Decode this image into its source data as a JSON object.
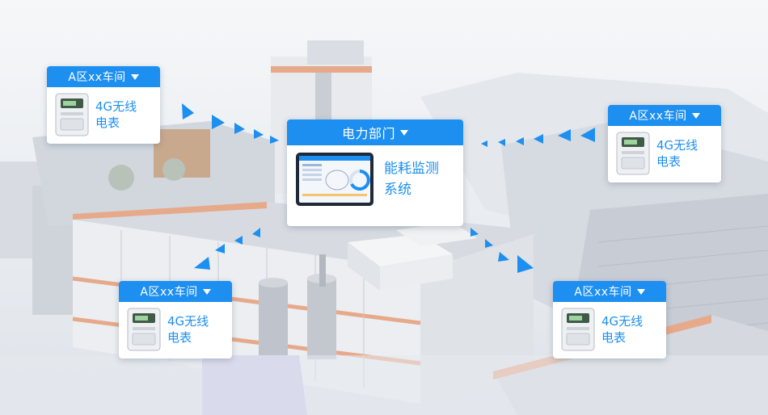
{
  "scene": {
    "description_icon": "factory-buildings-illustration"
  },
  "cards": [
    {
      "id": "card-top-left",
      "header": "A区xx车间",
      "line1": "4G无线",
      "line2": "电表"
    },
    {
      "id": "card-top-right",
      "header": "A区xx车间",
      "line1": "4G无线",
      "line2": "电表"
    },
    {
      "id": "card-bottom-left",
      "header": "A区xx车间",
      "line1": "4G无线",
      "line2": "电表"
    },
    {
      "id": "card-bottom-right",
      "header": "A区xx车间",
      "line1": "4G无线",
      "line2": "电表"
    }
  ],
  "system": {
    "header": "电力部门",
    "line1": "能耗监测",
    "line2": "系统"
  },
  "colors": {
    "accent": "#1d8ff0",
    "orange": "#e6a98a"
  }
}
